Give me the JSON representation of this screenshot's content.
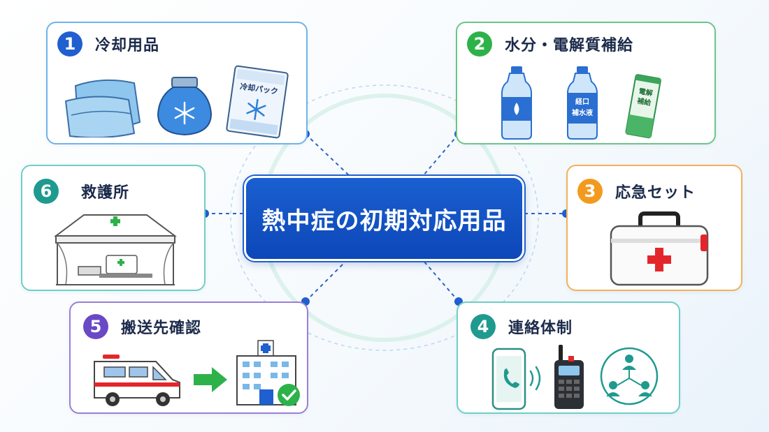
{
  "center": {
    "title": "熱中症の初期対応用品"
  },
  "colors": {
    "primary_blue": "#1f5fcf",
    "green": "#2db24a",
    "orange": "#f39a1e",
    "teal": "#1f9a8e",
    "purple": "#6a49c4",
    "red_cross": "#e3262b"
  },
  "cards": [
    {
      "number": "1",
      "title": "冷却用品",
      "items": [
        "towel-icon",
        "ice-bag-icon",
        "cold-pack-icon"
      ],
      "cold_pack_label": "冷却パック"
    },
    {
      "number": "2",
      "title": "水分・電解質補給",
      "items": [
        "water-bottle-icon",
        "oral-rehydration-bottle-icon",
        "electrolyte-stick-icon"
      ],
      "ors_label_1": "経口",
      "ors_label_2": "補水液",
      "stick_label_1": "電解",
      "stick_label_2": "補給"
    },
    {
      "number": "3",
      "title": "応急セット",
      "items": [
        "first-aid-kit-icon"
      ]
    },
    {
      "number": "4",
      "title": "連絡体制",
      "items": [
        "smartphone-icon",
        "walkie-talkie-icon",
        "team-network-icon"
      ]
    },
    {
      "number": "5",
      "title": "搬送先確認",
      "items": [
        "ambulance-icon",
        "arrow-right-icon",
        "hospital-icon"
      ]
    },
    {
      "number": "6",
      "title": "救護所",
      "items": [
        "first-aid-tent-icon"
      ]
    }
  ]
}
